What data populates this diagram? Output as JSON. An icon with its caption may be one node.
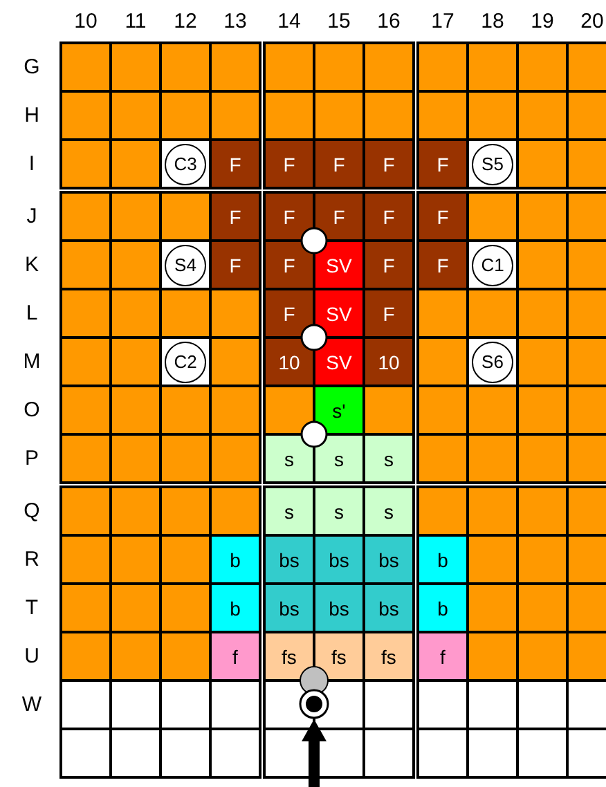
{
  "diagram": {
    "labels": [
      "10",
      "11",
      "12",
      "13",
      "14",
      "15",
      "16",
      "17",
      "18",
      "19",
      "20",
      "G",
      "H",
      "I",
      "C3",
      "F",
      "F",
      "F",
      "F",
      "F",
      "S5",
      "J",
      "F",
      "F",
      "F",
      "F",
      "F",
      "K",
      "S4",
      "F",
      "F",
      "SV",
      "F",
      "F",
      "C1",
      "L",
      "F",
      "SV",
      "F",
      "M",
      "C2",
      "10",
      "SV",
      "10",
      "S6",
      "O",
      "s'",
      "P",
      "s",
      "s",
      "s",
      "Q",
      "s",
      "s",
      "s",
      "R",
      "b",
      "bs",
      "bs",
      "bs",
      "b",
      "T",
      "b",
      "bs",
      "bs",
      "bs",
      "b",
      "U",
      "f",
      "fs",
      "fs",
      "fs",
      "f",
      "W"
    ]
  }
}
